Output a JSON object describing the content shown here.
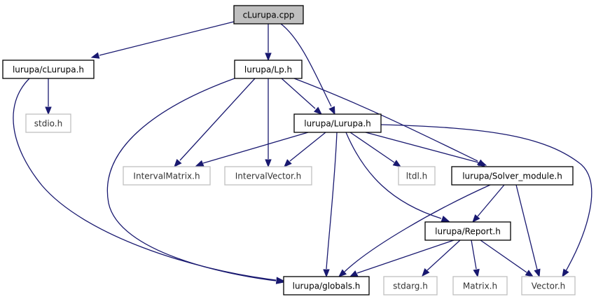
{
  "diagram": {
    "nodes": [
      {
        "id": "cLurupa_cpp",
        "label": "cLurupa.cpp",
        "kind": "root"
      },
      {
        "id": "lurupa_cLurupa_h",
        "label": "lurupa/cLurupa.h",
        "kind": "documented"
      },
      {
        "id": "lurupa_Lp_h",
        "label": "lurupa/Lp.h",
        "kind": "documented"
      },
      {
        "id": "stdio_h",
        "label": "stdio.h",
        "kind": "external"
      },
      {
        "id": "lurupa_Lurupa_h",
        "label": "lurupa/Lurupa.h",
        "kind": "documented"
      },
      {
        "id": "IntervalMatrix_h",
        "label": "IntervalMatrix.h",
        "kind": "external"
      },
      {
        "id": "IntervalVector_h",
        "label": "IntervalVector.h",
        "kind": "external"
      },
      {
        "id": "ltdl_h",
        "label": "ltdl.h",
        "kind": "external"
      },
      {
        "id": "lurupa_Solver_module_h",
        "label": "lurupa/Solver_module.h",
        "kind": "documented"
      },
      {
        "id": "lurupa_Report_h",
        "label": "lurupa/Report.h",
        "kind": "documented"
      },
      {
        "id": "lurupa_globals_h",
        "label": "lurupa/globals.h",
        "kind": "documented"
      },
      {
        "id": "stdarg_h",
        "label": "stdarg.h",
        "kind": "external"
      },
      {
        "id": "Matrix_h",
        "label": "Matrix.h",
        "kind": "external"
      },
      {
        "id": "Vector_h",
        "label": "Vector.h",
        "kind": "external"
      }
    ],
    "edges": [
      {
        "from": "cLurupa_cpp",
        "to": "lurupa_cLurupa_h"
      },
      {
        "from": "cLurupa_cpp",
        "to": "lurupa_Lp_h"
      },
      {
        "from": "cLurupa_cpp",
        "to": "lurupa_Lurupa_h"
      },
      {
        "from": "lurupa_cLurupa_h",
        "to": "stdio_h"
      },
      {
        "from": "lurupa_cLurupa_h",
        "to": "lurupa_globals_h"
      },
      {
        "from": "lurupa_Lp_h",
        "to": "lurupa_Lurupa_h"
      },
      {
        "from": "lurupa_Lp_h",
        "to": "IntervalMatrix_h"
      },
      {
        "from": "lurupa_Lp_h",
        "to": "IntervalVector_h"
      },
      {
        "from": "lurupa_Lp_h",
        "to": "lurupa_Solver_module_h"
      },
      {
        "from": "lurupa_Lp_h",
        "to": "lurupa_globals_h"
      },
      {
        "from": "lurupa_Lurupa_h",
        "to": "IntervalMatrix_h"
      },
      {
        "from": "lurupa_Lurupa_h",
        "to": "IntervalVector_h"
      },
      {
        "from": "lurupa_Lurupa_h",
        "to": "ltdl_h"
      },
      {
        "from": "lurupa_Lurupa_h",
        "to": "lurupa_Solver_module_h"
      },
      {
        "from": "lurupa_Lurupa_h",
        "to": "lurupa_Report_h"
      },
      {
        "from": "lurupa_Lurupa_h",
        "to": "lurupa_globals_h"
      },
      {
        "from": "lurupa_Lurupa_h",
        "to": "Vector_h"
      },
      {
        "from": "lurupa_Solver_module_h",
        "to": "lurupa_Report_h"
      },
      {
        "from": "lurupa_Solver_module_h",
        "to": "lurupa_globals_h"
      },
      {
        "from": "lurupa_Solver_module_h",
        "to": "Vector_h"
      },
      {
        "from": "lurupa_Report_h",
        "to": "lurupa_globals_h"
      },
      {
        "from": "lurupa_Report_h",
        "to": "stdarg_h"
      },
      {
        "from": "lurupa_Report_h",
        "to": "Matrix_h"
      },
      {
        "from": "lurupa_Report_h",
        "to": "Vector_h"
      }
    ]
  }
}
